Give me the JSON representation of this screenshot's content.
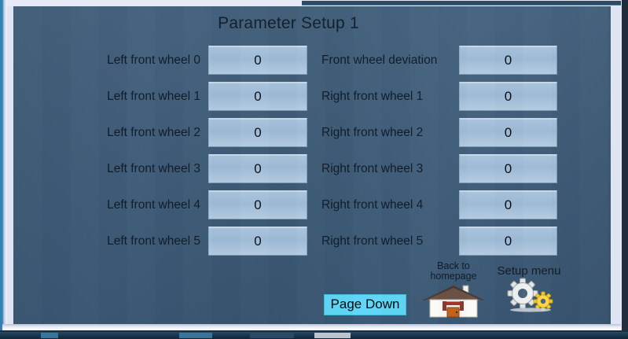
{
  "window": {
    "app_background": "#3d5a77",
    "accent": "#5fd6f6"
  },
  "panel": {
    "title": "Parameter Setup 1"
  },
  "parameters": {
    "left_column": [
      {
        "label": "Left front wheel 0",
        "value": "0"
      },
      {
        "label": "Left front wheel 1",
        "value": "0"
      },
      {
        "label": "Left front wheel 2",
        "value": "0"
      },
      {
        "label": "Left front wheel 3",
        "value": "0"
      },
      {
        "label": "Left front wheel 4",
        "value": "0"
      },
      {
        "label": "Left front wheel 5",
        "value": "0"
      }
    ],
    "right_column": [
      {
        "label": "Front wheel deviation",
        "value": "0"
      },
      {
        "label": "Right front wheel 1",
        "value": "0"
      },
      {
        "label": "Right front wheel 2",
        "value": "0"
      },
      {
        "label": "Right front wheel 3",
        "value": "0"
      },
      {
        "label": "Right front wheel 4",
        "value": "0"
      },
      {
        "label": "Right front wheel 5",
        "value": "0"
      }
    ]
  },
  "nav": {
    "page_down_label": "Page Down",
    "homepage": {
      "caption_line1": "Back to",
      "caption_line2": "homepage",
      "icon": "house-icon"
    },
    "setup_menu": {
      "caption": "Setup menu",
      "icon": "gears-icon"
    }
  }
}
